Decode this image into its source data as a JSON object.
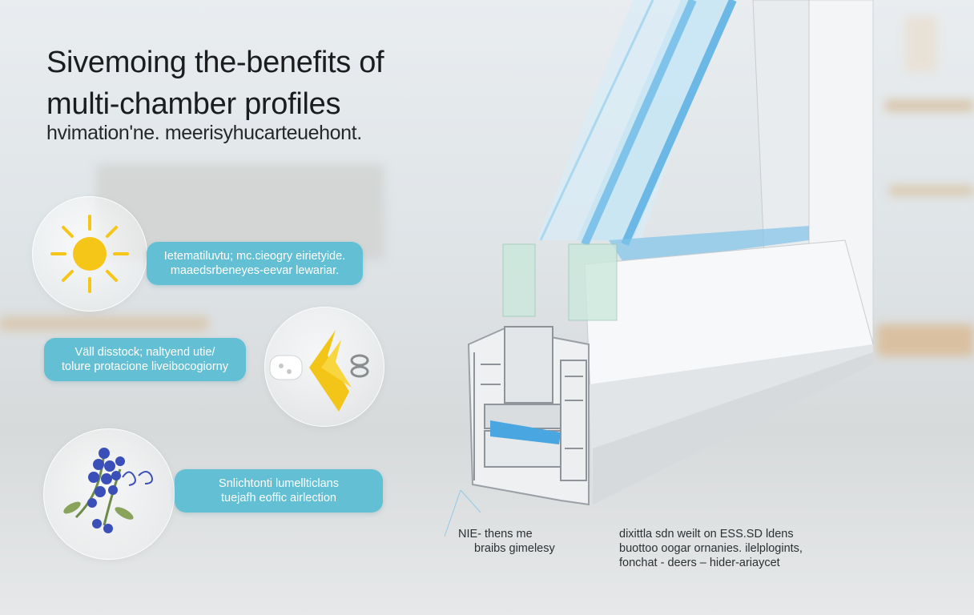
{
  "headline": {
    "line1": "Sivemoing the-benefits of",
    "line2": "multi-chamber profiles"
  },
  "subtitle": "hvimation'ne. meerisyhucarteuehont.",
  "features": [
    {
      "icon": "sun-icon",
      "lines": [
        "Ietematiluvtu; mc.cieogry eirietyide.",
        "maaedsrbeneyes-eevar lewariar."
      ]
    },
    {
      "icon": "sound-wave-icon",
      "lines": [
        "Väll disstock; naltyend utie/",
        "tolure protacione liveibocogiorny"
      ]
    },
    {
      "icon": "flower-icon",
      "lines": [
        "Snlichtonti lumellticlans",
        "tuejafh eoffic airlection"
      ]
    }
  ],
  "annotations": {
    "left": [
      "NIE- thens me",
      "braibs gimelesy"
    ],
    "right": [
      "dixittla sdn weilt on ESS.SD ldens",
      "buottoo oogar ornanies. ilelplogints,",
      "fonchat - deers – hider-ariaycet"
    ]
  },
  "colors": {
    "pill": "#63bfd4",
    "glass": "#7fc3ea",
    "sun": "#f5c518",
    "flower": "#3b4fb8"
  }
}
